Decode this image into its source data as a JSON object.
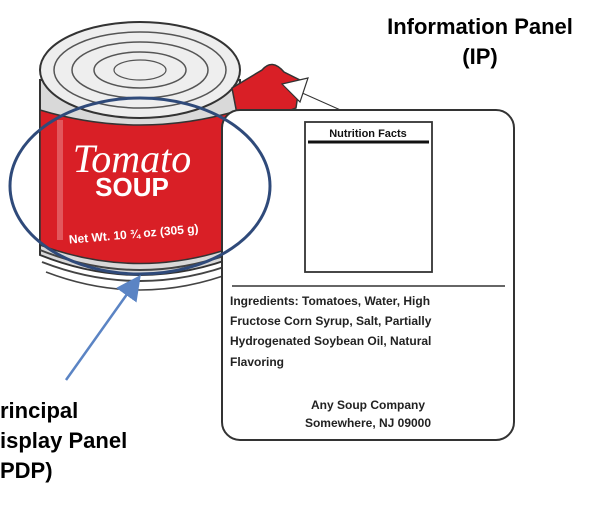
{
  "can": {
    "brand_line1": "Tomato",
    "brand_line2": "SOUP",
    "net_weight": "Net Wt. 10 ¾ oz (305 g)",
    "can_color": "#d91f26"
  },
  "info_panel": {
    "label_line1": "Information Panel",
    "label_line2": "(IP)",
    "nutrition_title": "Nutrition Facts",
    "ingredients_lines": [
      "Ingredients: Tomatoes, Water, High",
      "Fructose Corn Syrup, Salt, Partially",
      "Hydrogenated Soybean Oil, Natural",
      "Flavoring"
    ],
    "company_line1": "Any Soup Company",
    "company_line2": "Somewhere, NJ 09000"
  },
  "principal_panel": {
    "label_line1": "rincipal",
    "label_line2": "isplay Panel",
    "label_line3": "PDP)",
    "highlight_color": "#2f4a7a",
    "arrow_color": "#5b84c4"
  }
}
